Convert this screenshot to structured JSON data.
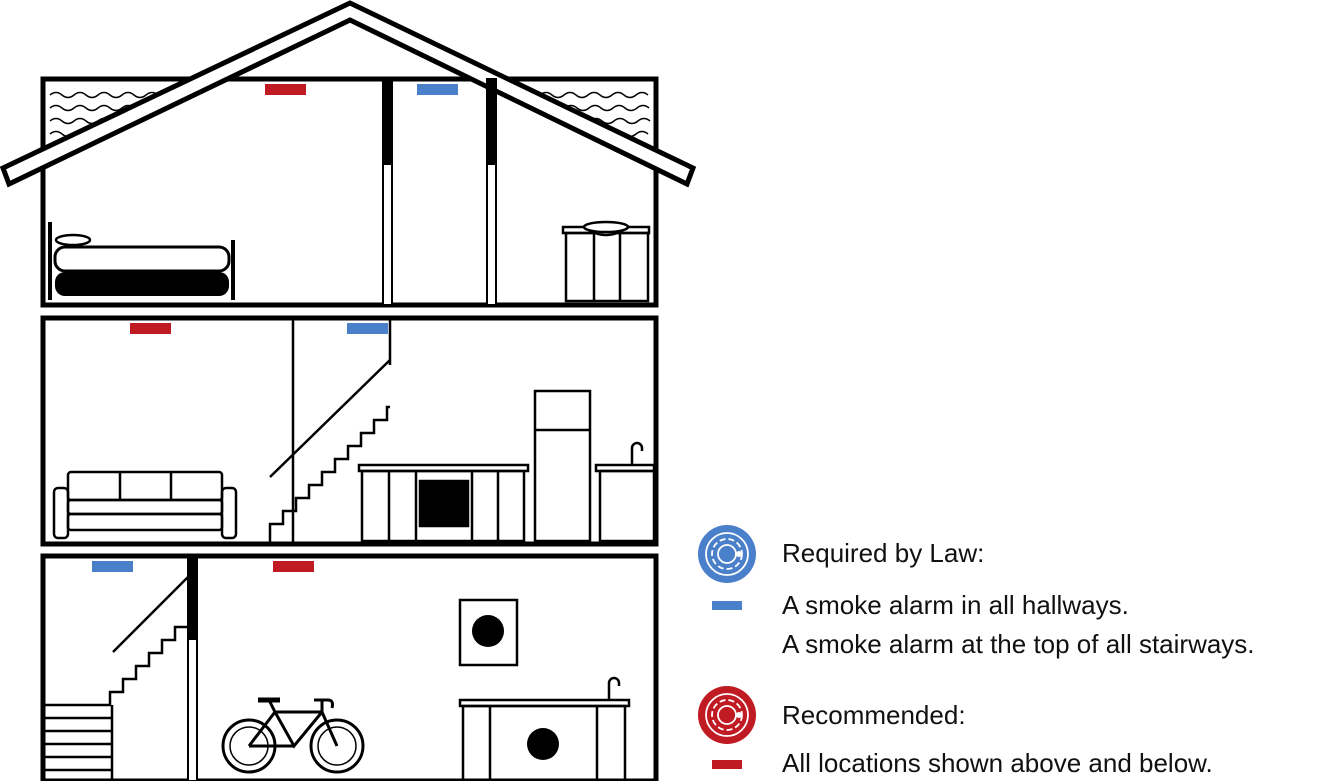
{
  "colors": {
    "required": "#4a7fca",
    "recommended": "#c01a22",
    "line": "#000000"
  },
  "alarms": [
    {
      "floor": "attic",
      "type": "recommended"
    },
    {
      "floor": "attic",
      "type": "required"
    },
    {
      "floor": "main",
      "type": "recommended"
    },
    {
      "floor": "main",
      "type": "required"
    },
    {
      "floor": "basement",
      "type": "required"
    },
    {
      "floor": "basement",
      "type": "recommended"
    }
  ],
  "legend": {
    "required": {
      "icon": "smoke-alarm-icon",
      "heading": "Required by Law:",
      "lines": [
        "A smoke alarm in all hallways.",
        "A smoke alarm at the top of all stairways."
      ]
    },
    "recommended": {
      "icon": "smoke-alarm-icon",
      "heading": "Recommended:",
      "lines": [
        "All locations shown above and below."
      ]
    }
  }
}
